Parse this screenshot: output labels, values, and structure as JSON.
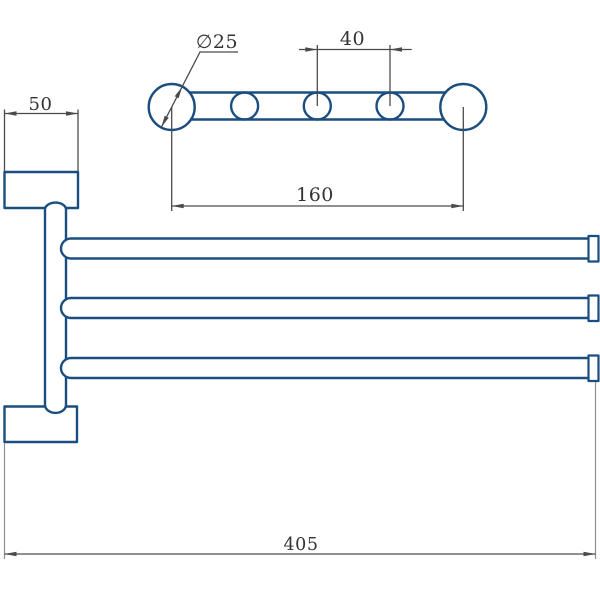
{
  "drawing": {
    "kind": "technical-drawing",
    "subject": "triple-arm swivel towel bar",
    "colors": {
      "outline": "#1b4e80",
      "dimension": "#4a4a4a",
      "extension": "#8f8f8f",
      "text": "#333333",
      "background": "#ffffff"
    },
    "labels": {
      "diameter": "∅25",
      "pivot_spacing": "40",
      "top_length": "160",
      "bracket_width": "50",
      "overall_length": "405"
    }
  }
}
